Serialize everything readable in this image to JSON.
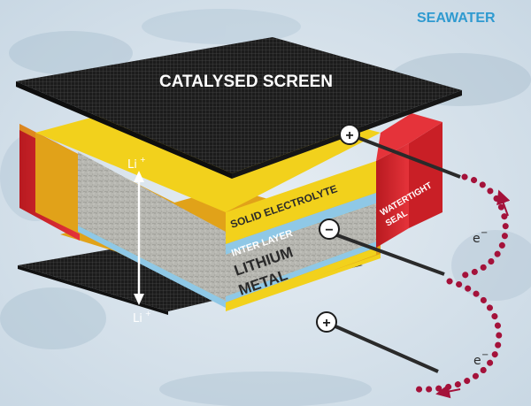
{
  "labels": {
    "seawater": "SEAWATER",
    "catalysed_screen": "CATALYSED SCREEN",
    "solid_electrolyte": "SOLID ELECTROLYTE",
    "watertight_seal_1": "WATERTIGHT",
    "watertight_seal_2": "SEAL",
    "inter_layer": "INTER LAYER",
    "lithium_metal_1": "LITHIUM",
    "lithium_metal_2": "METAL",
    "li_ion": "Li",
    "ion_charge": "+",
    "electron": "e",
    "electron_charge": "−",
    "plus": "+",
    "minus": "−"
  },
  "colors": {
    "seawater_text": "#2f9ad0",
    "screen": "#1c1c1c",
    "electrolyte": "#f2d11c",
    "electrolyte_edge": "#e1a219",
    "inter_layer": "#8fc8e6",
    "lithium": "#b5b5ae",
    "seal": "#d8232a",
    "electron_dots": "#a4123a",
    "water": "#dbe4ec"
  },
  "icons": {
    "positive_terminal": "plus-circle-icon",
    "negative_terminal": "minus-circle-icon",
    "ion_arrow": "double-arrow-icon",
    "electron_path": "dotted-loop-arrow-icon"
  }
}
